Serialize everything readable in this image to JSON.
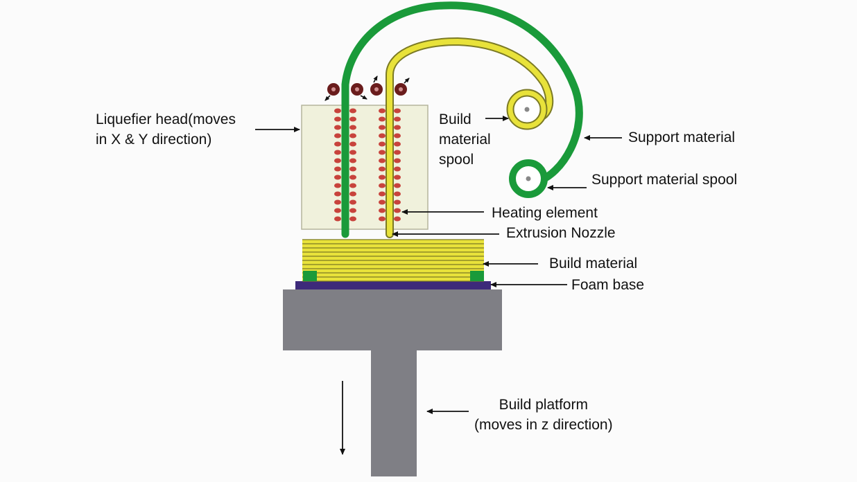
{
  "labels": {
    "liquefier_head": "Liquefier head(moves\nin X & Y direction)",
    "build_material_spool": "Build\nmaterial\nspool",
    "support_material": "Support material",
    "support_material_spool": "Support material spool",
    "heating_element": "Heating element",
    "extrusion_nozzle": "Extrusion Nozzle",
    "build_material": "Build material",
    "foam_base": "Foam base",
    "build_platform": "Build platform\n(moves in z direction)"
  },
  "colors": {
    "support_filament": "#1a9a3a",
    "build_filament": "#e8e23a",
    "head_fill": "#f0f1dc",
    "heater_dots": "#c8433c",
    "foam_base": "#3d2a7a",
    "platform": "#7f7f85",
    "roller": "#6a1c1c"
  }
}
